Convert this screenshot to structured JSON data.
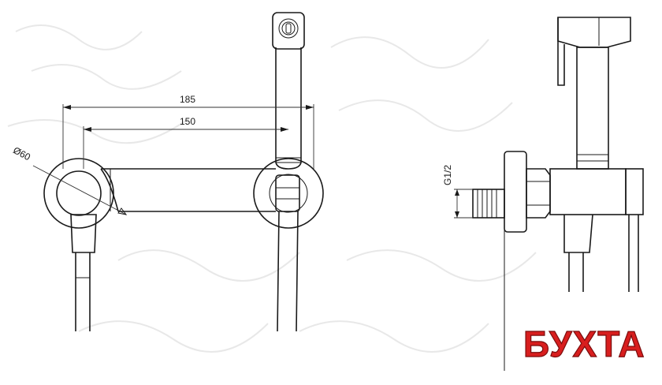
{
  "dimensions": {
    "overall_width": "185",
    "center_distance": "150",
    "flange_diameter": "Ø60",
    "thread_size": "G1/2"
  },
  "logo": {
    "text": "БУХТА",
    "color": "#d81e1e"
  }
}
